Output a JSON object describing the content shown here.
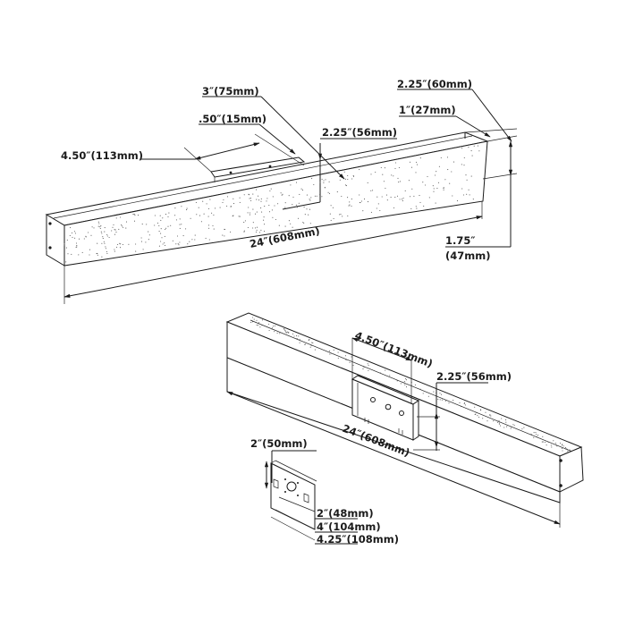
{
  "diagram": {
    "type": "technical-dimension-drawing",
    "views": [
      {
        "id": "top-view",
        "description": "Isometric view of linear fixture from front with mounting bracket on back",
        "dimensions": {
          "bracket_width": "4.50″(113mm)",
          "bracket_offset_3": "3″(75mm)",
          "bracket_offset_050": ".50″(15mm)",
          "bracket_height": "2.25″(56mm)",
          "depth_total": "2.25″(60mm)",
          "top_lip": "1″(27mm)",
          "length": "24″(608mm)",
          "height_line1": "1.75″",
          "height_line2": "(47mm)"
        }
      },
      {
        "id": "rear-view",
        "description": "Isometric rear view of fixture showing wall mount box",
        "dimensions": {
          "box_width": "4.50″(113mm)",
          "box_height": "2.25″(56mm)",
          "length": "24″(608mm)"
        }
      },
      {
        "id": "mounting-plate",
        "description": "Mounting plate detail",
        "dimensions": {
          "plate_height": "2″(50mm)",
          "slot_spacing": "2″(48mm)",
          "plate_inner": "4″(104mm)",
          "plate_width": "4.25″(108mm)"
        }
      }
    ]
  }
}
